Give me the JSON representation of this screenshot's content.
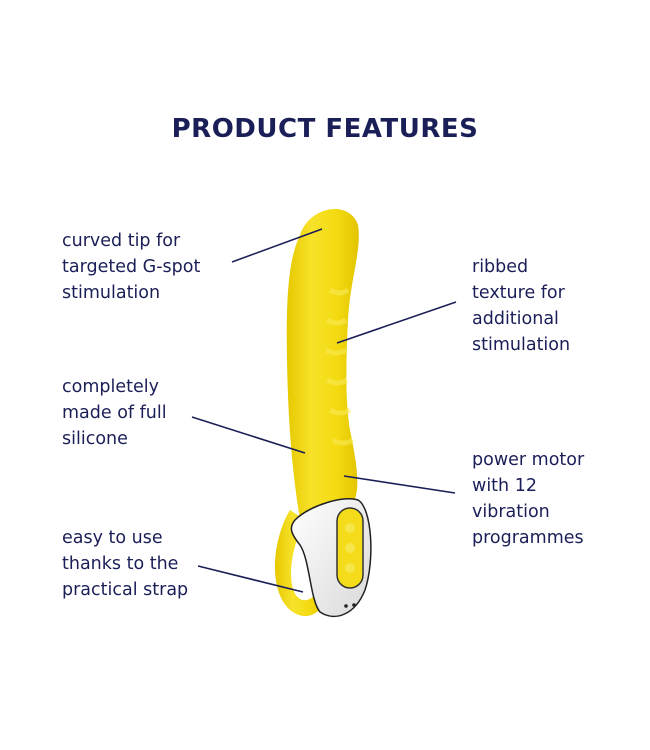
{
  "header": {
    "title": "PRODUCT FEATURES"
  },
  "features": [
    {
      "id": "curved-tip",
      "text": "curved tip for\ntargeted G-spot\nstimulation",
      "side": "left"
    },
    {
      "id": "ribbed-texture",
      "text": "ribbed\ntexture for\nadditional\nstimulation",
      "side": "right"
    },
    {
      "id": "silicone",
      "text": "completely\nmade of full\nsilicone",
      "side": "left"
    },
    {
      "id": "power-motor",
      "text": "power motor\nwith 12\nvibration\nprogrammes",
      "side": "right"
    },
    {
      "id": "strap",
      "text": "easy to use\nthanks to the\npractical strap",
      "side": "left"
    }
  ],
  "colors": {
    "text": "#1b1f57",
    "product_yellow": "#f4dc1a",
    "handle_white": "#f2f2f2"
  }
}
